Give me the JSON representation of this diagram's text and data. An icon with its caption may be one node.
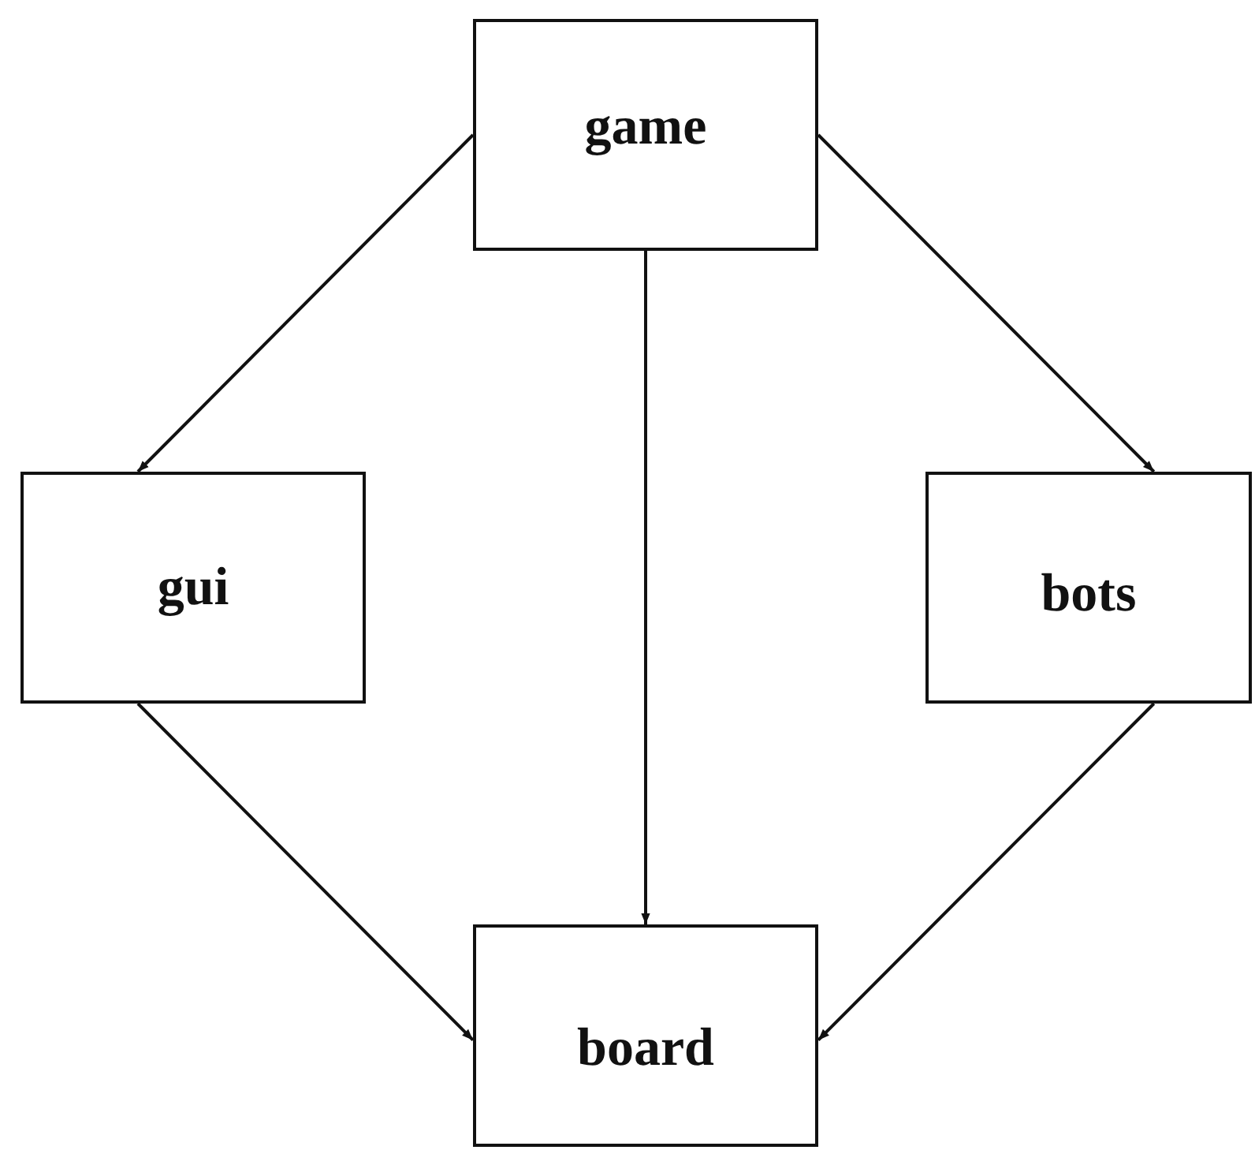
{
  "diagram": {
    "nodes": [
      {
        "text": [
          "game"
        ]
      },
      {
        "text": [
          "gui"
        ]
      },
      {
        "text": [
          "bots"
        ]
      },
      {
        "text": [
          "board"
        ]
      }
    ],
    "edges": [
      {
        "from": 0,
        "to": 1,
        "arrow": "to"
      },
      {
        "from": 0,
        "to": 3,
        "arrow": "to"
      },
      {
        "from": 0,
        "to": 2,
        "arrow": "to"
      },
      {
        "from": 1,
        "to": 3,
        "arrow": "to"
      },
      {
        "from": 2,
        "to": 3,
        "arrow": "to"
      }
    ]
  }
}
